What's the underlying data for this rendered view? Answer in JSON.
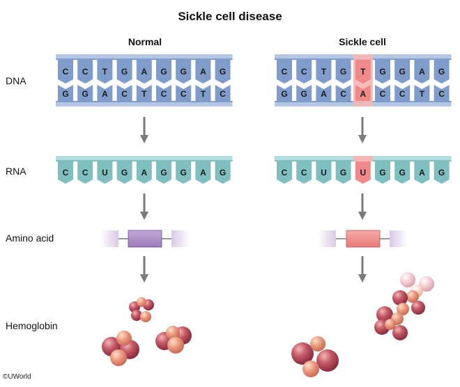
{
  "title": "Sickle cell disease",
  "columns": {
    "normal": "Normal",
    "sickle": "Sickle cell"
  },
  "row_labels": {
    "dna": "DNA",
    "rna": "RNA",
    "amino_acid": "Amino acid",
    "hemoglobin": "Hemoglobin"
  },
  "normal": {
    "dna_top": [
      "C",
      "C",
      "T",
      "G",
      "A",
      "G",
      "G",
      "A",
      "G"
    ],
    "dna_bottom": [
      "G",
      "G",
      "A",
      "C",
      "T",
      "C",
      "C",
      "T",
      "C"
    ],
    "rna": [
      "C",
      "C",
      "U",
      "G",
      "A",
      "G",
      "G",
      "A",
      "G"
    ]
  },
  "sickle": {
    "dna_top": [
      "C",
      "C",
      "T",
      "G",
      "T",
      "G",
      "G",
      "A",
      "G"
    ],
    "dna_bottom": [
      "G",
      "G",
      "A",
      "C",
      "A",
      "C",
      "C",
      "T",
      "C"
    ],
    "rna": [
      "C",
      "C",
      "U",
      "G",
      "U",
      "G",
      "G",
      "A",
      "G"
    ],
    "mutated_index": 4
  },
  "copyright": "©UWorld",
  "colors": {
    "dna_blue": "#7f9ccb",
    "dna_light": "#b4c8e6",
    "rna_teal": "#7fbfbf",
    "mutation": "#f08a8a",
    "amino_normal": "#a98ac4",
    "amino_sickle": "#f0908e",
    "hemoglobin_dark": "#b94a5c",
    "hemoglobin_light": "#e8907a"
  }
}
